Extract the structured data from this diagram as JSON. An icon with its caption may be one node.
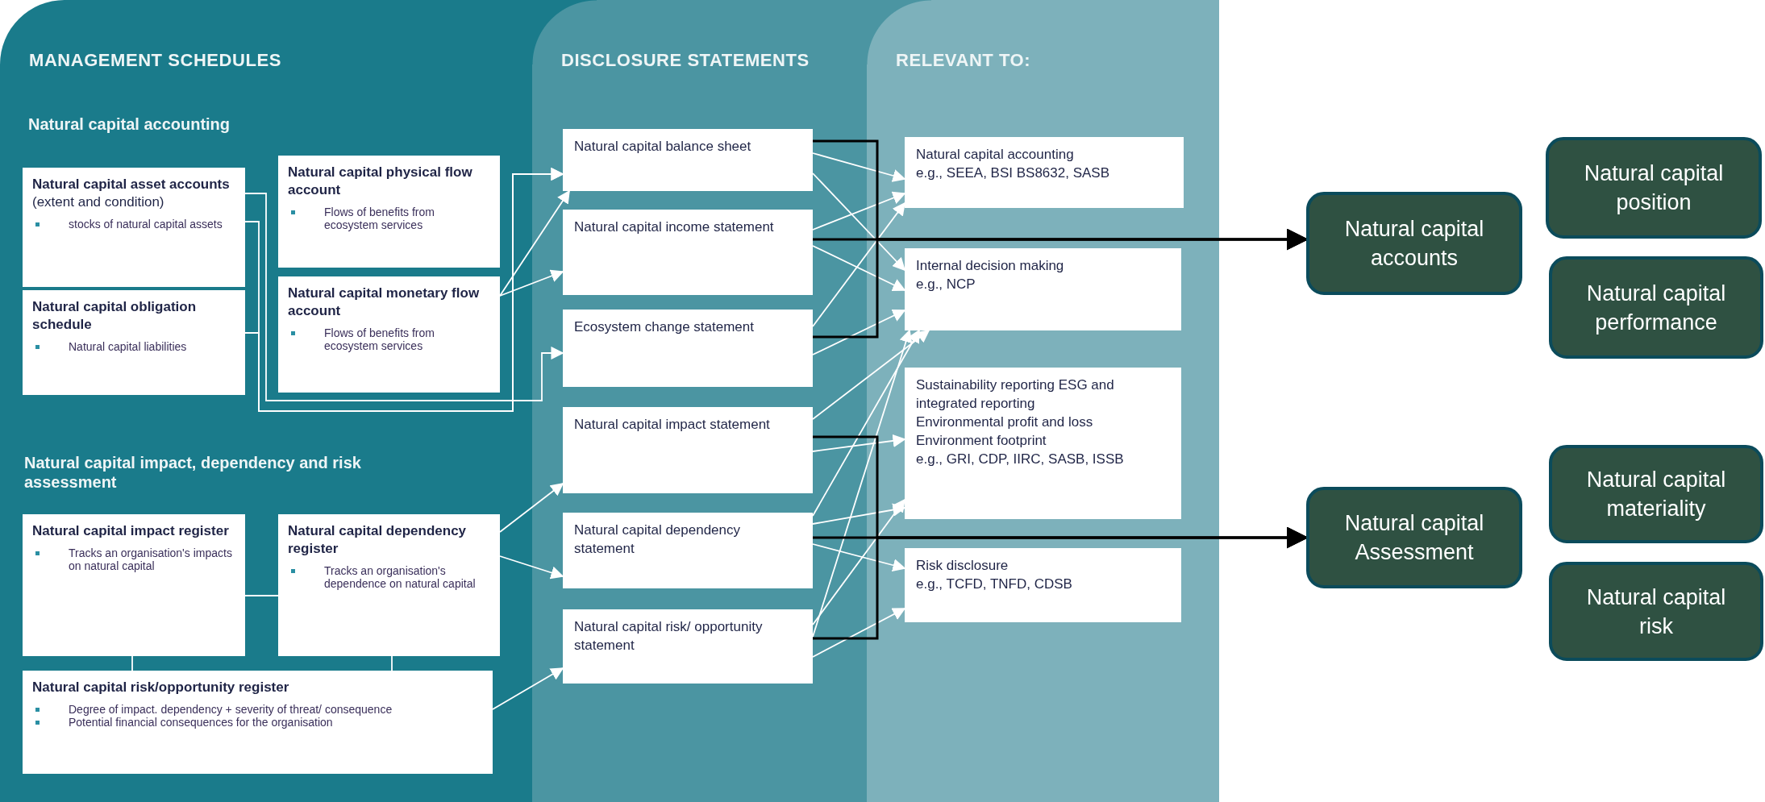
{
  "diagram": {
    "nodes": [
      {
        "text": [
          "MANAGEMENT SCHEDULES"
        ]
      },
      {
        "text": [
          "DISCLOSURE STATEMENTS"
        ]
      },
      {
        "text": [
          "RELEVANT TO:"
        ]
      },
      {
        "text": [
          "**Natural capital asset accounts** (extent and condition)",
          "stocks of natural capital assets"
        ],
        "in": 0
      },
      {
        "text": [
          "Natural capital obligation schedule",
          "Natural capital liabilities"
        ],
        "in": 0
      },
      {
        "text": [
          "Natural capital physical flow account",
          "Flows of benefits from ecosystem services"
        ],
        "in": 0
      },
      {
        "text": [
          "Natural capital monetary flow account",
          "Flows of benefits from ecosystem services"
        ],
        "in": 0
      },
      {
        "text": [
          "Natural capital impact register",
          "Tracks an organisation's impacts on natural capital"
        ],
        "in": 0
      },
      {
        "text": [
          "Natural capital dependency register",
          "Tracks an organisation's dependence on natural capital"
        ],
        "in": 0
      },
      {
        "text": [
          "Natural capital risk/opportunity register",
          "Degree of impact. dependency + severity of threat/ consequence",
          "Potential financial consequences for the organisation"
        ],
        "in": 0
      },
      {
        "text": [
          "Natural capital balance sheet"
        ],
        "in": 1
      },
      {
        "text": [
          "Natural capital income statement"
        ],
        "in": 1
      },
      {
        "text": [
          "Ecosystem change statement"
        ],
        "in": 1
      },
      {
        "text": [
          "Natural capital impact statement"
        ],
        "in": 1
      },
      {
        "text": [
          "Natural capital dependency statement"
        ],
        "in": 1
      },
      {
        "text": [
          "Natural capital risk/ opportunity statement"
        ],
        "in": 1
      },
      {
        "text": [
          "Natural capital accounting",
          "e.g., SEEA, BSI BS8632, SASB"
        ],
        "in": 2
      },
      {
        "text": [
          "Internal decision making",
          "e.g., NCP"
        ],
        "in": 2
      },
      {
        "text": [
          "Sustainability reporting ESG and integrated reporting",
          "Environmental profit and loss",
          "Environment footprint",
          "e.g., GRI, CDP, IIRC, SASB, ISSB"
        ],
        "in": 2
      },
      {
        "text": [
          "Risk disclosure",
          "e.g., TCFD, TNFD, CDSB"
        ],
        "in": 2
      },
      {
        "text": [
          "Natural capital accounts"
        ]
      },
      {
        "text": [
          "Natural capital position"
        ]
      },
      {
        "text": [
          "Natural capital performance"
        ]
      },
      {
        "text": [
          "Natural capital Assessment"
        ]
      },
      {
        "text": [
          "Natural capital materiality"
        ]
      },
      {
        "text": [
          "Natural capital risk"
        ]
      }
    ],
    "edges": [
      {
        "from": 3,
        "to": 10,
        "arrow": "to"
      },
      {
        "from": 4,
        "to": 10,
        "arrow": "to"
      },
      {
        "from": 3,
        "to": 12,
        "arrow": "to"
      },
      {
        "from": 6,
        "to": 10,
        "arrow": "to"
      },
      {
        "from": 6,
        "to": 11,
        "arrow": "to"
      },
      {
        "from": 8,
        "to": 13,
        "arrow": "to"
      },
      {
        "from": 8,
        "to": 14,
        "arrow": "to"
      },
      {
        "from": 9,
        "to": 15,
        "arrow": "to"
      },
      {
        "from": 7,
        "to": 8,
        "arrow": "none"
      },
      {
        "from": 7,
        "to": 9,
        "arrow": "none"
      },
      {
        "from": 8,
        "to": 9,
        "arrow": "none"
      },
      {
        "from": 10,
        "to": 16,
        "arrow": "to"
      },
      {
        "from": 10,
        "to": 17,
        "arrow": "to"
      },
      {
        "from": 11,
        "to": 16,
        "arrow": "to"
      },
      {
        "from": 11,
        "to": 17,
        "arrow": "to"
      },
      {
        "from": 12,
        "to": 16,
        "arrow": "to"
      },
      {
        "from": 12,
        "to": 17,
        "arrow": "to"
      },
      {
        "from": 13,
        "to": 17,
        "arrow": "to"
      },
      {
        "from": 13,
        "to": 18,
        "arrow": "to"
      },
      {
        "from": 14,
        "to": 17,
        "arrow": "to"
      },
      {
        "from": 14,
        "to": 18,
        "arrow": "to"
      },
      {
        "from": 14,
        "to": 19,
        "arrow": "to"
      },
      {
        "from": 15,
        "to": 17,
        "arrow": "to"
      },
      {
        "from": 15,
        "to": 18,
        "arrow": "to"
      },
      {
        "from": 15,
        "to": 19,
        "arrow": "to"
      },
      {
        "from": 10,
        "to": 20,
        "arrow": "to",
        "color": "#000000"
      },
      {
        "from": 11,
        "to": 20,
        "arrow": "to",
        "color": "#000000"
      },
      {
        "from": 12,
        "to": 20,
        "arrow": "to",
        "color": "#000000"
      },
      {
        "from": 13,
        "to": 23,
        "arrow": "to",
        "color": "#000000"
      },
      {
        "from": 14,
        "to": 23,
        "arrow": "to",
        "color": "#000000"
      },
      {
        "from": 15,
        "to": 23,
        "arrow": "to",
        "color": "#000000"
      }
    ],
    "labels": [
      "Natural capital accounting",
      "Natural capital impact, dependency and risk assessment"
    ]
  }
}
